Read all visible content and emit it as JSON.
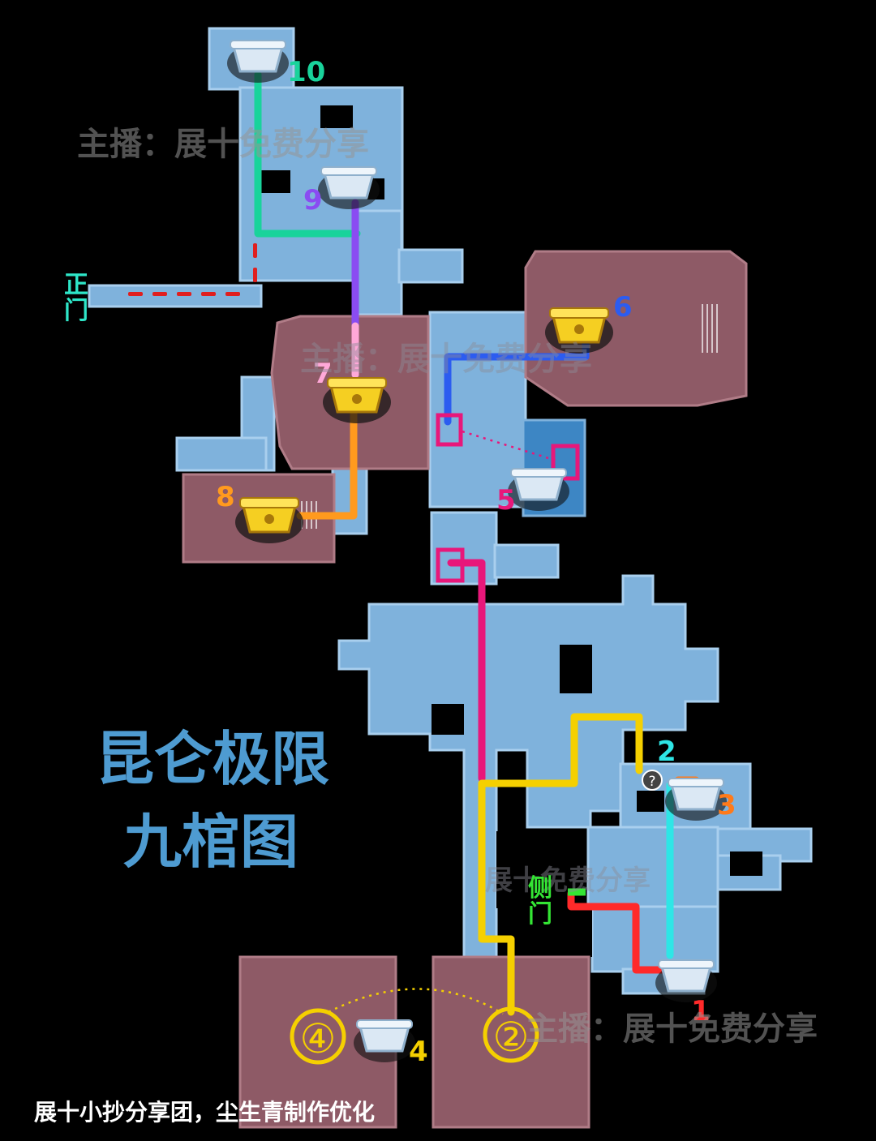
{
  "map": {
    "title_line1": "昆仑极限",
    "title_line2": "九棺图",
    "front_gate": "正门",
    "side_gate": "侧门",
    "credit": "展十小抄分享团，尘生青制作优化",
    "watermarks": [
      "主播：展十免费分享",
      "主播：展十免费分享",
      "展十免费分享",
      "主播：展十免费分享"
    ],
    "markers": [
      {
        "label": "1",
        "color": "#ff2a2a"
      },
      {
        "label": "2",
        "color": "#2ee6e6"
      },
      {
        "label": "3",
        "color": "#ff7a1a"
      },
      {
        "label": "4",
        "color": "#f5d000"
      },
      {
        "label": "5",
        "color": "#e8177a"
      },
      {
        "label": "6",
        "color": "#2c5cf0"
      },
      {
        "label": "7",
        "color": "#ffa8d8"
      },
      {
        "label": "8",
        "color": "#ff9a1e"
      },
      {
        "label": "9",
        "color": "#8a4cf2"
      },
      {
        "label": "10",
        "color": "#19d39b"
      }
    ],
    "circle_markers": [
      "④",
      "②"
    ],
    "question_marker": "?"
  }
}
